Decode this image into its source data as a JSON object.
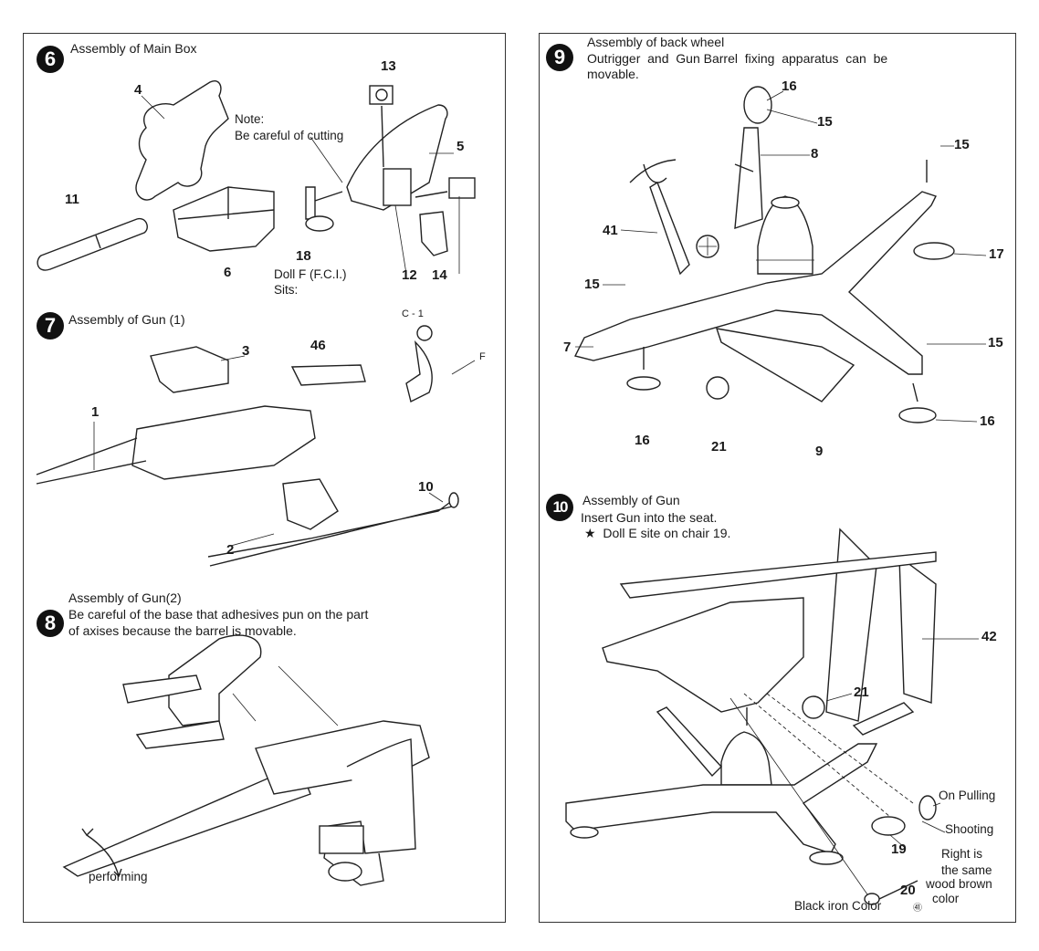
{
  "step6": {
    "number": "6",
    "title": "Assembly of Main Box",
    "note_label": "Note:",
    "note_text": "Be careful of cutting",
    "doll_line1": "Doll F (F.C.I.)",
    "doll_line2": "Sits:",
    "parts": [
      "13",
      "4",
      "5",
      "11",
      "18",
      "6",
      "12",
      "14"
    ]
  },
  "step7": {
    "number": "7",
    "title": "Assembly of Gun (1)",
    "parts": [
      "C - 1",
      "46",
      "3",
      "F",
      "1",
      "10",
      "2"
    ]
  },
  "step8": {
    "number": "8",
    "title": "Assembly of Gun(2)",
    "line1": "Be careful of the base that adhesives pun on the part",
    "line2": "of axises because the barrel is movable.",
    "performing": "performing"
  },
  "step9": {
    "number": "9",
    "title": "Assembly of back wheel",
    "line1": "Outrigger  and  Gun Barrel  fixing  apparatus  can  be",
    "line2": "movable.",
    "parts": [
      "16",
      "15",
      "15",
      "8",
      "41",
      "17",
      "15",
      "15",
      "7",
      "16",
      "16",
      "21",
      "9"
    ]
  },
  "step10": {
    "number": "10",
    "title": "Assembly of Gun",
    "line1": "Insert Gun into the seat.",
    "line2": "★  Doll E site on chair 19.",
    "parts": [
      "42",
      "21",
      "19",
      "20"
    ],
    "on_pulling": "On Pulling",
    "shooting": "Shooting",
    "right_note": [
      "Right is",
      "the same",
      "wood brown",
      "color"
    ],
    "black_iron": "Black iron Color",
    "circled_41": "㊶"
  }
}
